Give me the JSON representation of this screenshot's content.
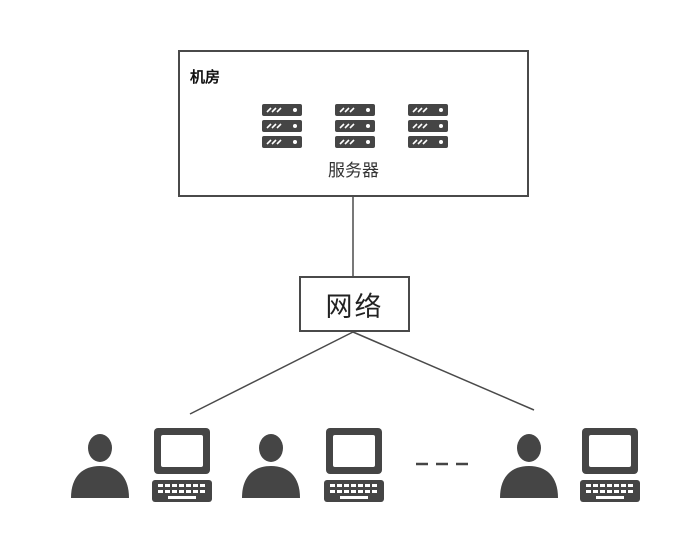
{
  "room": {
    "label": "机房",
    "server_label": "服务器",
    "server_count": 3
  },
  "network": {
    "label": "网络"
  },
  "clients": {
    "count_shown": 3,
    "ellipsis": true
  },
  "colors": {
    "line": "#4a4a4a",
    "icon": "#454545",
    "icon_light": "#ffffff",
    "text": "#222222"
  }
}
